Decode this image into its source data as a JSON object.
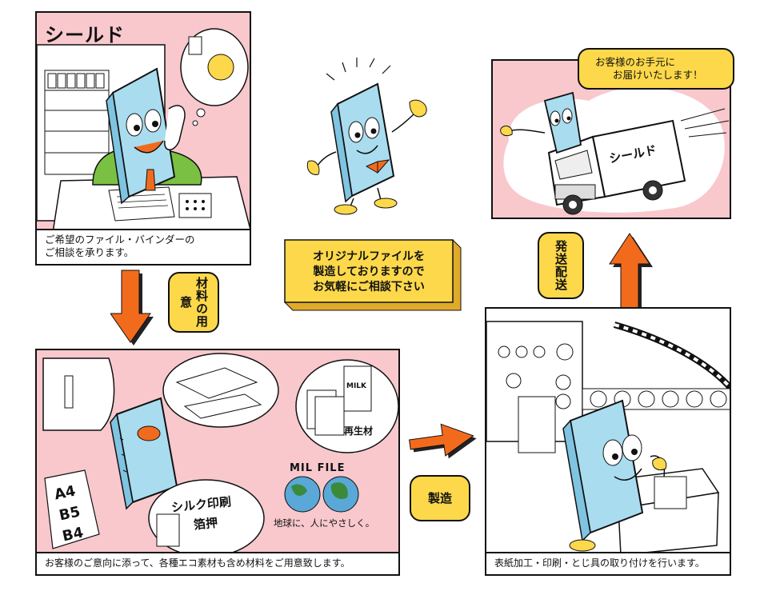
{
  "panel1": {
    "title": "シールド",
    "caption_line1": "ご希望のファイル・バインダーの",
    "caption_line2": "ご相談を承ります。"
  },
  "panel2": {
    "bubble_line1": "お客様のお手元に",
    "bubble_line2": "お届けいたします！",
    "truck_label": "シールド"
  },
  "panel3": {
    "sizes": [
      "A4",
      "B5",
      "B4"
    ],
    "silk_line1": "シルク印刷",
    "silk_line2": "箔押",
    "recycle_label": "再生材",
    "milk_label": "MILK",
    "mil_file": "MIL FILE",
    "globe_caption": "地球に、人にやさしく。",
    "caption": "お客様のご意向に添って、各種エコ素材も含め材料をご用意致します。"
  },
  "panel4": {
    "caption": "表紙加工・印刷・とじ具の取り付けを行います。"
  },
  "center_box": {
    "line1": "オリジナルファイルを",
    "line2": "製造しておりますので",
    "line3": "お気軽にご相談下さい"
  },
  "steps": {
    "materials": "材料の用意",
    "manufacture": "製造",
    "shipping": "発送配送"
  },
  "colors": {
    "pink": "#f8c8cd",
    "yellow": "#fcd84a",
    "arrow_orange": "#f26b1d",
    "mascot_blue": "#a9dcef"
  }
}
